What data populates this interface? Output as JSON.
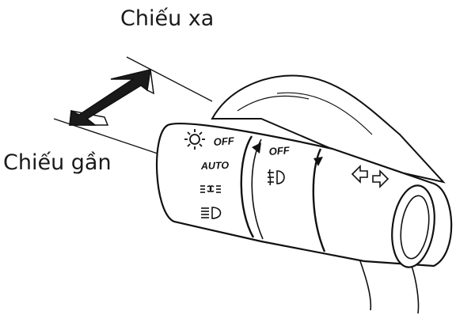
{
  "labels": {
    "high_beam": "Chiếu xa",
    "low_beam": "Chiếu gần"
  },
  "switch": {
    "outer_ring": {
      "off": "OFF",
      "auto": "AUTO",
      "positions": [
        "headlight-off-icon",
        "auto-headlight",
        "parking-light-icon",
        "headlight-on-icon"
      ]
    },
    "inner_ring": {
      "off": "OFF",
      "positions": [
        "fog-light-off",
        "front-fog-light-icon"
      ]
    },
    "direction_symbol": "turn-signal-arrows-icon"
  },
  "motion_arrow": "two-way-diagonal-arrow",
  "colors": {
    "line": "#111111",
    "background": "#ffffff"
  }
}
